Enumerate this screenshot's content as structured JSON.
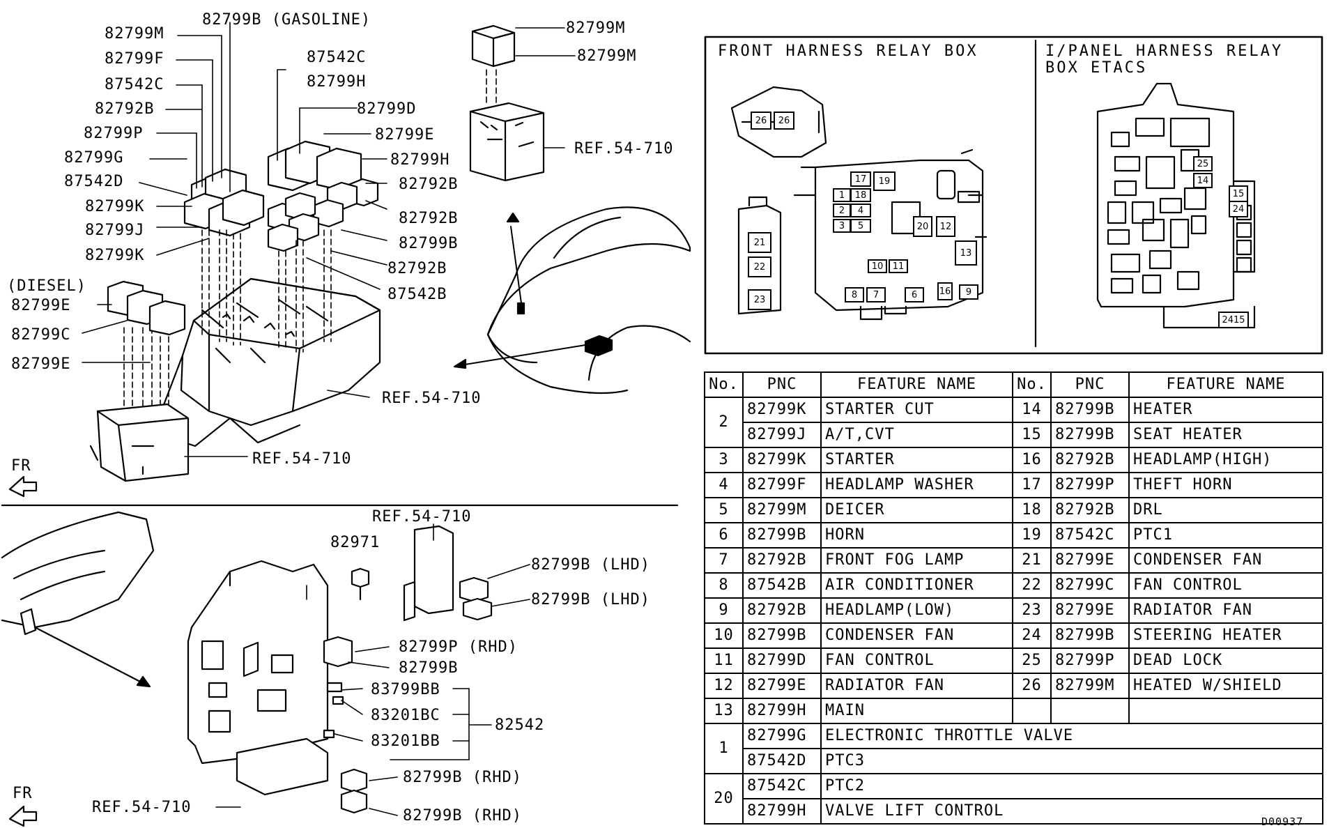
{
  "labels": {
    "top_left": [
      {
        "text": "82799M"
      },
      {
        "text": "82799B (GASOLINE)"
      },
      {
        "text": "82799F"
      },
      {
        "text": "87542C"
      },
      {
        "text": "82792B"
      },
      {
        "text": "82799P"
      },
      {
        "text": "82799G"
      },
      {
        "text": "87542D"
      },
      {
        "text": "82799K"
      },
      {
        "text": "82799J"
      },
      {
        "text": "82799K"
      },
      {
        "text": "87542C"
      },
      {
        "text": "82799H"
      },
      {
        "text": "82799D"
      },
      {
        "text": "82799E"
      },
      {
        "text": "82799H"
      },
      {
        "text": "82792B"
      },
      {
        "text": "82792B"
      },
      {
        "text": "82799B"
      },
      {
        "text": "82792B"
      },
      {
        "text": "87542B"
      },
      {
        "text": "(DIESEL)"
      },
      {
        "text": "82799E"
      },
      {
        "text": "82799C"
      },
      {
        "text": "82799E"
      },
      {
        "text": "REF.54-710"
      },
      {
        "text": "REF.54-710"
      },
      {
        "text": "FR"
      }
    ],
    "top_mid": [
      {
        "text": "82799M"
      },
      {
        "text": "82799M"
      },
      {
        "text": "REF.54-710"
      }
    ],
    "bottom": [
      {
        "text": "REF.54-710"
      },
      {
        "text": "82971"
      },
      {
        "text": "82799B (LHD)"
      },
      {
        "text": "82799B (LHD)"
      },
      {
        "text": "82799P (RHD)"
      },
      {
        "text": "82799B"
      },
      {
        "text": "83799BB"
      },
      {
        "text": "83201BC"
      },
      {
        "text": "83201BB"
      },
      {
        "text": "82542"
      },
      {
        "text": "82799B (RHD)"
      },
      {
        "text": "82799B (RHD)"
      },
      {
        "text": "REF.54-710"
      },
      {
        "text": "FR"
      }
    ]
  },
  "relay_boxes": {
    "front_title": "FRONT HARNESS RELAY BOX",
    "ipanel_title_1": "I/PANEL HARNESS RELAY",
    "ipanel_title_2": "BOX ETACS",
    "front_slots": [
      "26",
      "26",
      "17",
      "19",
      "1",
      "18",
      "2",
      "4",
      "3",
      "5",
      "20",
      "12",
      "13",
      "10",
      "11",
      "8",
      "7",
      "6",
      "16",
      "9",
      "21",
      "22",
      "23"
    ],
    "ipanel_slots": [
      "25",
      "14",
      "15",
      "24",
      "2415"
    ]
  },
  "table": {
    "headers": [
      "No.",
      "PNC",
      "FEATURE NAME",
      "No.",
      "PNC",
      "FEATURE NAME"
    ],
    "rows": [
      {
        "no": "2",
        "pnc": "82799K",
        "name": "STARTER CUT",
        "no2": "14",
        "pnc2": "82799B",
        "name2": "HEATER"
      },
      {
        "no": "",
        "pnc": "82799J",
        "name": "A/T,CVT",
        "no2": "15",
        "pnc2": "82799B",
        "name2": "SEAT HEATER"
      },
      {
        "no": "3",
        "pnc": "82799K",
        "name": "STARTER",
        "no2": "16",
        "pnc2": "82792B",
        "name2": "HEADLAMP(HIGH)"
      },
      {
        "no": "4",
        "pnc": "82799F",
        "name": "HEADLAMP WASHER",
        "no2": "17",
        "pnc2": "82799P",
        "name2": "THEFT HORN"
      },
      {
        "no": "5",
        "pnc": "82799M",
        "name": "DEICER",
        "no2": "18",
        "pnc2": "82792B",
        "name2": "DRL"
      },
      {
        "no": "6",
        "pnc": "82799B",
        "name": "HORN",
        "no2": "19",
        "pnc2": "87542C",
        "name2": "PTC1"
      },
      {
        "no": "7",
        "pnc": "82792B",
        "name": "FRONT FOG LAMP",
        "no2": "21",
        "pnc2": "82799E",
        "name2": "CONDENSER FAN"
      },
      {
        "no": "8",
        "pnc": "87542B",
        "name": "AIR CONDITIONER",
        "no2": "22",
        "pnc2": "82799C",
        "name2": "FAN CONTROL"
      },
      {
        "no": "9",
        "pnc": "82792B",
        "name": "HEADLAMP(LOW)",
        "no2": "23",
        "pnc2": "82799E",
        "name2": "RADIATOR FAN"
      },
      {
        "no": "10",
        "pnc": "82799B",
        "name": "CONDENSER FAN",
        "no2": "24",
        "pnc2": "82799B",
        "name2": "STEERING HEATER"
      },
      {
        "no": "11",
        "pnc": "82799D",
        "name": "FAN CONTROL",
        "no2": "25",
        "pnc2": "82799P",
        "name2": "DEAD LOCK"
      },
      {
        "no": "12",
        "pnc": "82799E",
        "name": "RADIATOR FAN",
        "no2": "26",
        "pnc2": "82799M",
        "name2": "HEATED W/SHIELD"
      },
      {
        "no": "13",
        "pnc": "82799H",
        "name": "MAIN",
        "no2": "",
        "pnc2": "",
        "name2": ""
      }
    ],
    "wide_rows": [
      {
        "no": "1",
        "pnc": "82799G",
        "name": "ELECTRONIC THROTTLE VALVE"
      },
      {
        "no": "",
        "pnc": "87542D",
        "name": "PTC3"
      },
      {
        "no": "20",
        "pnc": "87542C",
        "name": "PTC2"
      },
      {
        "no": "",
        "pnc": "82799H",
        "name": "VALVE LIFT CONTROL"
      }
    ]
  },
  "diagram_id": "D00937"
}
